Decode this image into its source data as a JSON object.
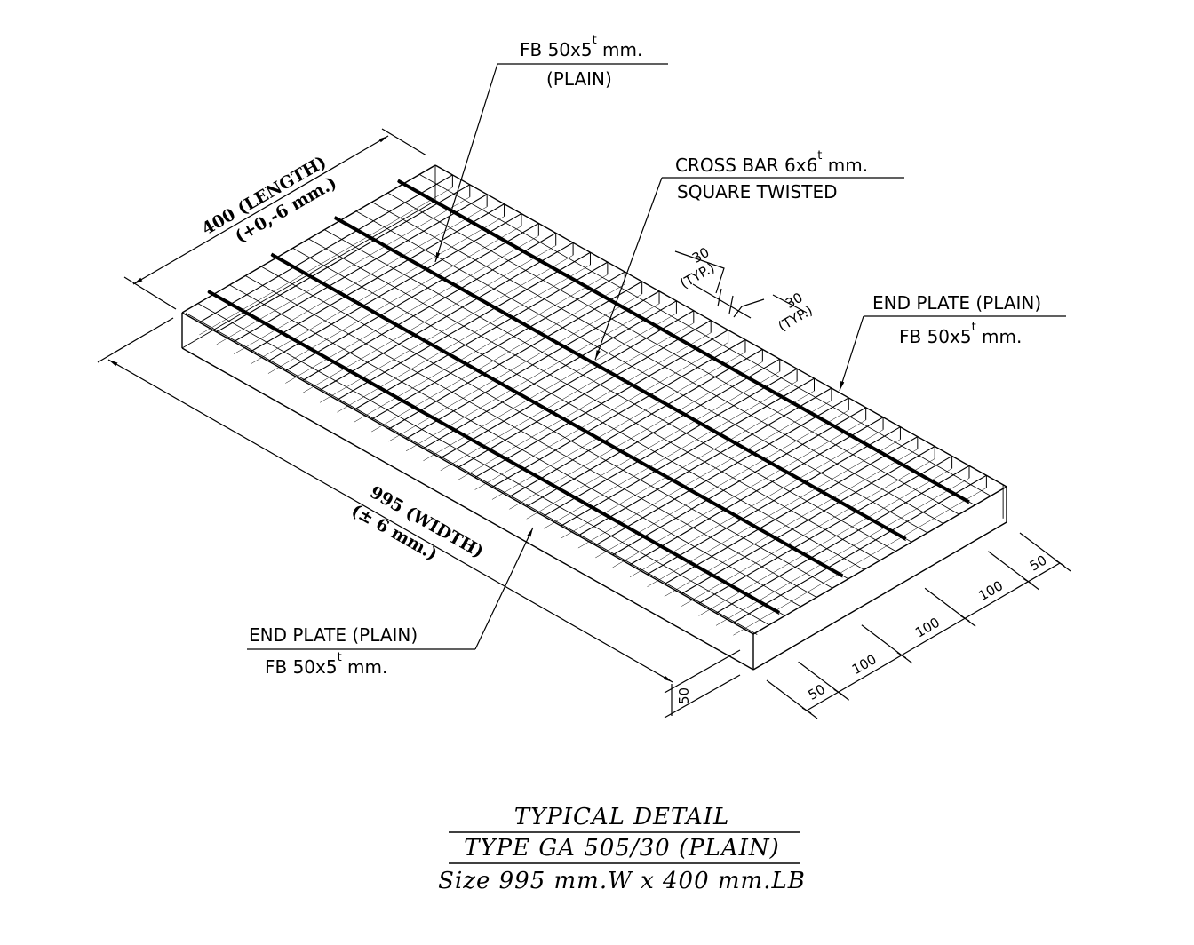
{
  "labels": {
    "top_fb": {
      "prefix": "FB  50x5",
      "sup": "t",
      "suffix": "  mm.",
      "line2": "(PLAIN)"
    },
    "cross_bar": {
      "prefix": "CROSS  BAR  6x6",
      "sup": "t",
      "suffix": "  mm.",
      "line2": "SQUARE  TWISTED"
    },
    "end_plate_right": {
      "line1": "END  PLATE (PLAIN)",
      "prefix": "FB  50x5",
      "sup": "t",
      "suffix": "  mm."
    },
    "end_plate_left": {
      "line1": "END  PLATE (PLAIN)",
      "prefix": "FB  50x5",
      "sup": "t",
      "suffix": "  mm."
    },
    "spacing_1": {
      "value": "30",
      "note": "(TYP.)"
    },
    "spacing_2": {
      "value": "30",
      "note": "(TYP.)"
    }
  },
  "dimensions": {
    "length": {
      "value": "400 (LENGTH)",
      "tolerance": "(+0,-6  mm.)"
    },
    "width": {
      "value": "995  (WIDTH)",
      "tolerance": "(±  6  mm.)"
    },
    "height": "50",
    "end_chain": [
      "50",
      "100",
      "100",
      "100",
      "50"
    ]
  },
  "grating": {
    "width_mm": 995,
    "length_mm": 400,
    "bar_pitch_mm": 30,
    "cross_bar_positions_mm": [
      50,
      150,
      250,
      350
    ]
  },
  "title": {
    "line1": "TYPICAL  DETAIL",
    "line2": "TYPE  GA  505/30  (PLAIN)",
    "line3": "Size  995  mm.W  x  400  mm.LB"
  }
}
